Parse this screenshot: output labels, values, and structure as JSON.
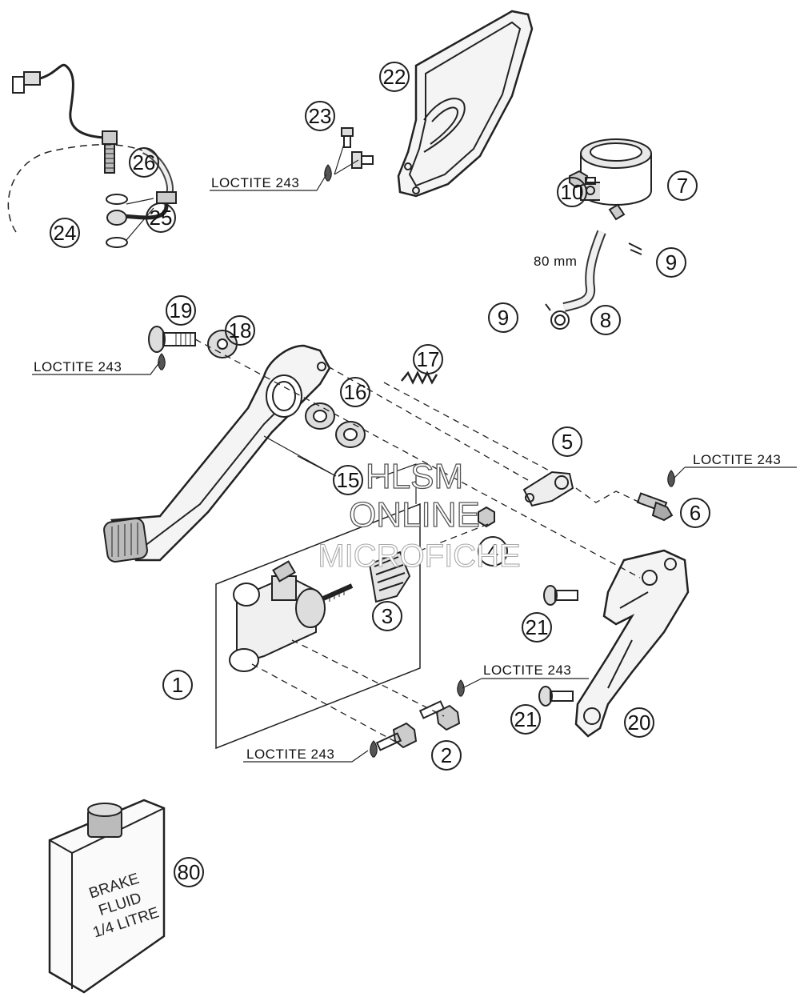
{
  "callouts": {
    "c1": "1",
    "c2": "2",
    "c3": "3",
    "c4": "4",
    "c5": "5",
    "c6": "6",
    "c7": "7",
    "c8": "8",
    "c9a": "9",
    "c9b": "9",
    "c10": "10",
    "c15": "15",
    "c16": "16",
    "c17": "17",
    "c18": "18",
    "c19": "19",
    "c20": "20",
    "c21a": "21",
    "c21b": "21",
    "c22": "22",
    "c23": "23",
    "c24": "24",
    "c25": "25",
    "c26": "26",
    "c80": "80"
  },
  "notes": {
    "loctite_top": "LOCTITE 243",
    "loctite_left": "LOCTITE 243",
    "loctite_right": "LOCTITE 243",
    "loctite_mid": "LOCTITE 243",
    "loctite_bottom": "LOCTITE 243",
    "hose_length": "80 mm"
  },
  "can_label": {
    "line1": "BRAKE",
    "line2": "FLUID",
    "line3": "1/4 LITRE"
  },
  "watermark": {
    "line1": "HLSM",
    "line2": "ONLINE",
    "line3": "MICROFICHE"
  }
}
